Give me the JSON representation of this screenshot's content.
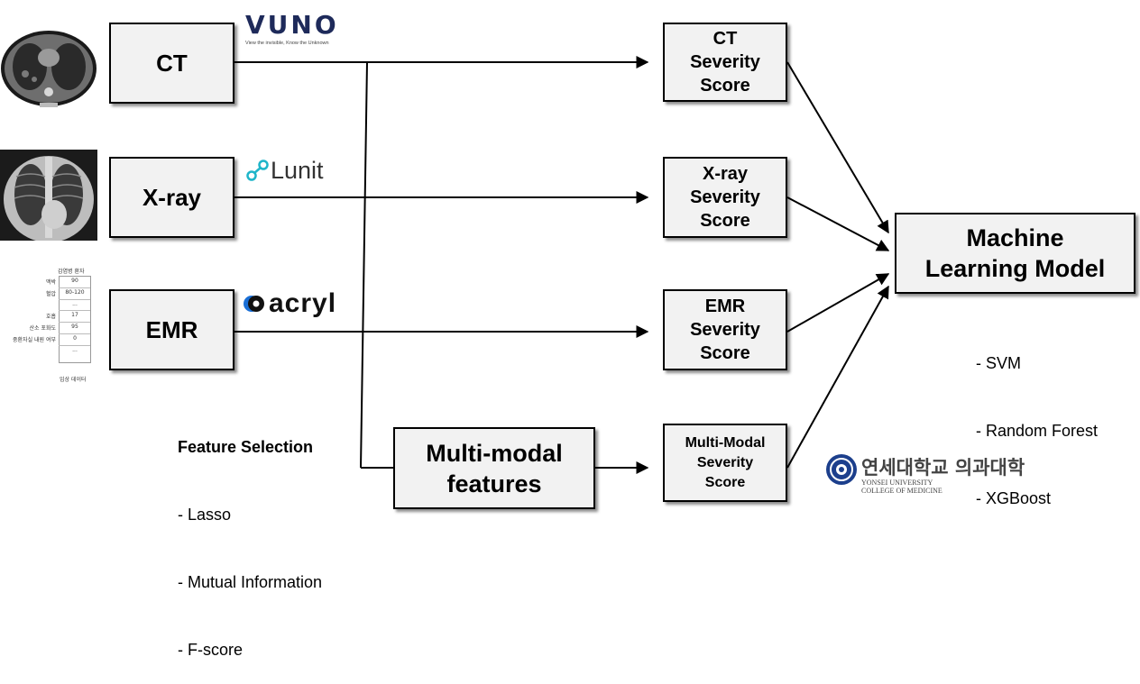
{
  "inputs": [
    {
      "id": "ct",
      "label": "CT"
    },
    {
      "id": "xray",
      "label": "X-ray"
    },
    {
      "id": "emr",
      "label": "EMR"
    }
  ],
  "vendors": {
    "vuno": {
      "wordmark": "VUNO",
      "tagline": "View the invisible, Know the Unknown"
    },
    "lunit": {
      "wordmark": "Lunit"
    },
    "acryl": {
      "wordmark": "acryl"
    }
  },
  "scores": {
    "ct": "CT\nSeverity\nScore",
    "xray": "X-ray\nSeverity\nScore",
    "emr": "EMR\nSeverity\nScore",
    "multimodal": "Multi-Modal\nSeverity\nScore"
  },
  "multimodal_features": "Multi-modal\nfeatures",
  "ml_model": {
    "title": "Machine\nLearning Model",
    "methods": [
      "- SVM",
      "- Random Forest",
      "- XGBoost"
    ]
  },
  "feature_selection": {
    "title": "Feature Selection",
    "methods": [
      "- Lasso",
      "- Mutual Information",
      "- F-score"
    ]
  },
  "emr_table": {
    "title": "감염병 환자",
    "rows": [
      {
        "label": "맥박",
        "value": "90"
      },
      {
        "label": "혈압",
        "value": "80-120"
      },
      {
        "label": "",
        "value": "..."
      },
      {
        "label": "호흡",
        "value": "17"
      },
      {
        "label": "산소 포화도",
        "value": "95"
      },
      {
        "label": "중환자실 내원 여부",
        "value": "0"
      },
      {
        "label": "",
        "value": "..."
      }
    ],
    "footer": "임상 데이터"
  },
  "institution": {
    "korean": "연세대학교 의과대학",
    "english_line1": "YONSEI UNIVERSITY",
    "english_line2": "COLLEGE OF MEDICINE"
  },
  "colors": {
    "box_fill": "#f2f2f2",
    "stroke": "#000000",
    "lunit_teal": "#1fb5c9",
    "yonsei_blue": "#1c3f8c"
  }
}
